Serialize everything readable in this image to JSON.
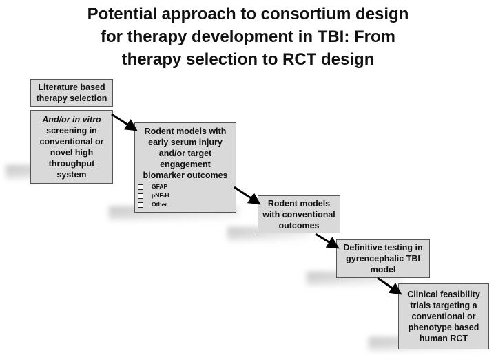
{
  "title_lines": [
    "Potential approach to consortium design",
    "for therapy development in TBI: From",
    "therapy selection to RCT design"
  ],
  "steps": {
    "literature": {
      "lines": [
        "Literature based",
        "therapy selection"
      ]
    },
    "in_vitro": {
      "italic_line": "And/or in vitro",
      "lines": [
        "screening in",
        "conventional or",
        "novel high",
        "throughput",
        "system"
      ]
    },
    "rodent_biomarker": {
      "lines": [
        "Rodent models with",
        "early serum injury",
        "and/or target",
        "engagement",
        "biomarker outcomes"
      ],
      "checklist": [
        "GFAP",
        "pNF-H",
        "Other"
      ]
    },
    "rodent_conventional": {
      "lines": [
        "Rodent models",
        "with conventional",
        "outcomes"
      ]
    },
    "definitive": {
      "lines": [
        "Definitive testing in",
        "gyrencephalic TBI",
        "model"
      ]
    },
    "clinical": {
      "lines": [
        "Clinical feasibility",
        "trials targeting a",
        "conventional or",
        "phenotype based",
        "human RCT"
      ]
    }
  },
  "colors": {
    "box_fill": "#d9d9d9",
    "box_border": "#555555",
    "arrow": "#000000"
  }
}
